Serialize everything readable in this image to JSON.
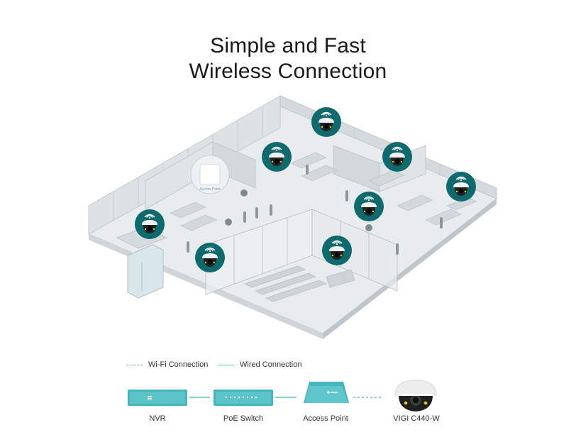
{
  "title": {
    "line1": "Simple and Fast",
    "line2": "Wireless Connection"
  },
  "floorplan": {
    "access_point_label": "Access Point"
  },
  "legend": {
    "wifi": "Wi-Fi Connection",
    "wired": "Wired Connection"
  },
  "devices": {
    "nvr": "NVR",
    "poe_switch": "PoE Switch",
    "access_point": "Access Point",
    "camera": "VIGI C440-W"
  },
  "colors": {
    "teal_dark": "#0f6a6e",
    "teal": "#43b7bd",
    "teal_light": "#7fd3d6",
    "building": "#e3e7ea",
    "wall": "#c9cfd4"
  }
}
